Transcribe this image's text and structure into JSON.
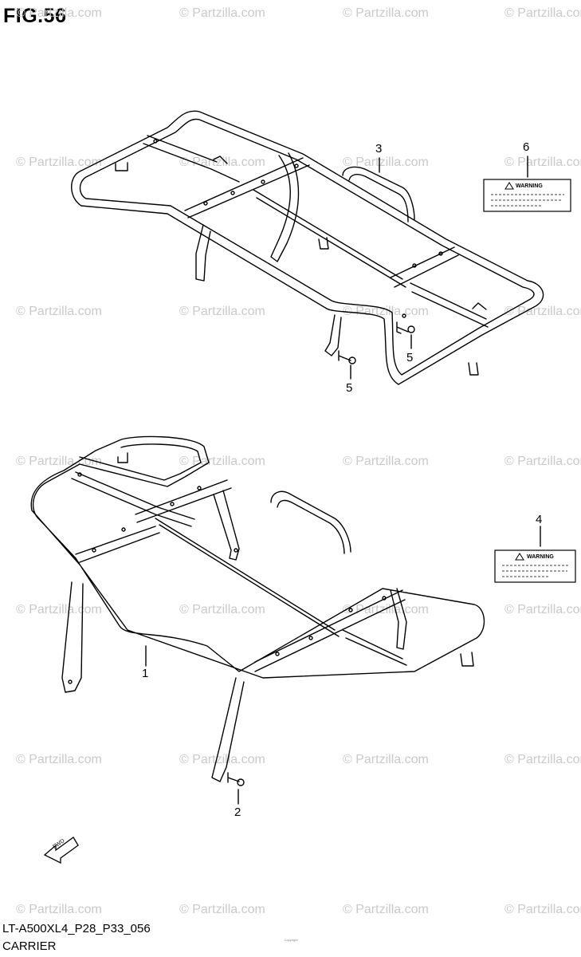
{
  "figure": {
    "title": "FIG.56",
    "model_code": "LT-A500XL4_P28_P33_056",
    "name": "CARRIER"
  },
  "watermark": "© Partzilla.com",
  "callouts": [
    "1",
    "2",
    "3",
    "4",
    "5",
    "5",
    "6"
  ],
  "labels": {
    "warning_text": "WARNING",
    "fwd_text": "FWD"
  },
  "copyright_note": "Copyright"
}
